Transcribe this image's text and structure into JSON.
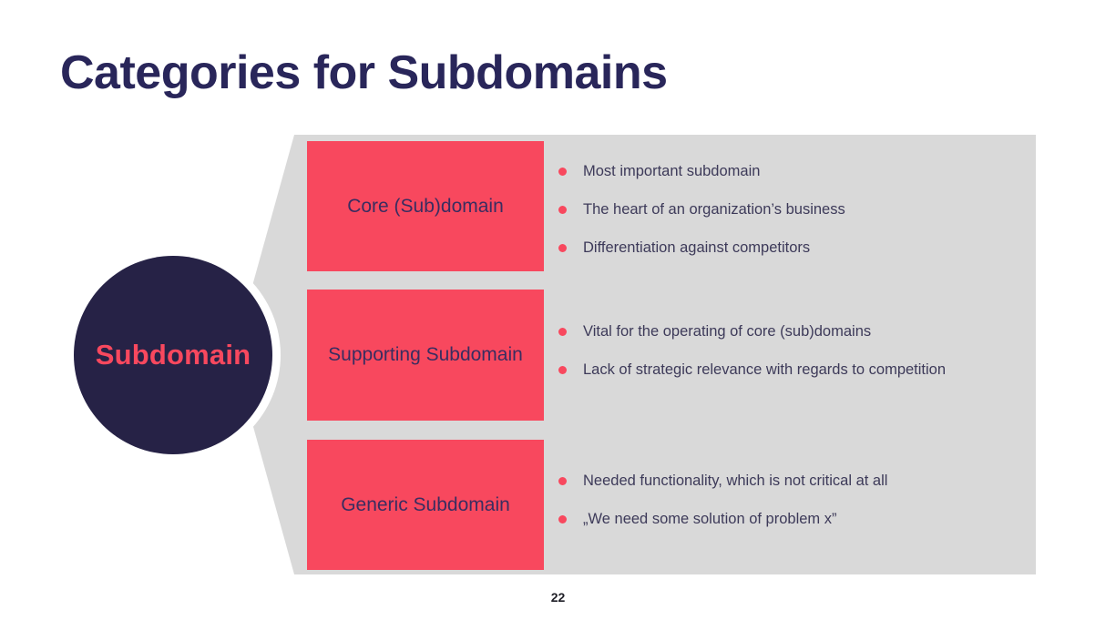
{
  "slide": {
    "title": "Categories for Subdomains",
    "center_label": "Subdomain",
    "page_number": "22",
    "colors": {
      "navy": "#262246",
      "pink": "#f8485e",
      "panel_gray": "#d9d9d9",
      "body_text": "#3d3a59"
    },
    "categories": [
      {
        "label": "Core (Sub)domain",
        "bullets": [
          "Most important subdomain",
          "The heart of an organization’s business",
          "Differentiation against competitors"
        ]
      },
      {
        "label": "Supporting Subdomain",
        "bullets": [
          "Vital for the operating of core (sub)domains",
          "Lack of strategic relevance with regards to competition"
        ]
      },
      {
        "label": "Generic Subdomain",
        "bullets": [
          "Needed functionality, which is not critical at all",
          "„We need some solution of problem x”"
        ]
      }
    ]
  }
}
